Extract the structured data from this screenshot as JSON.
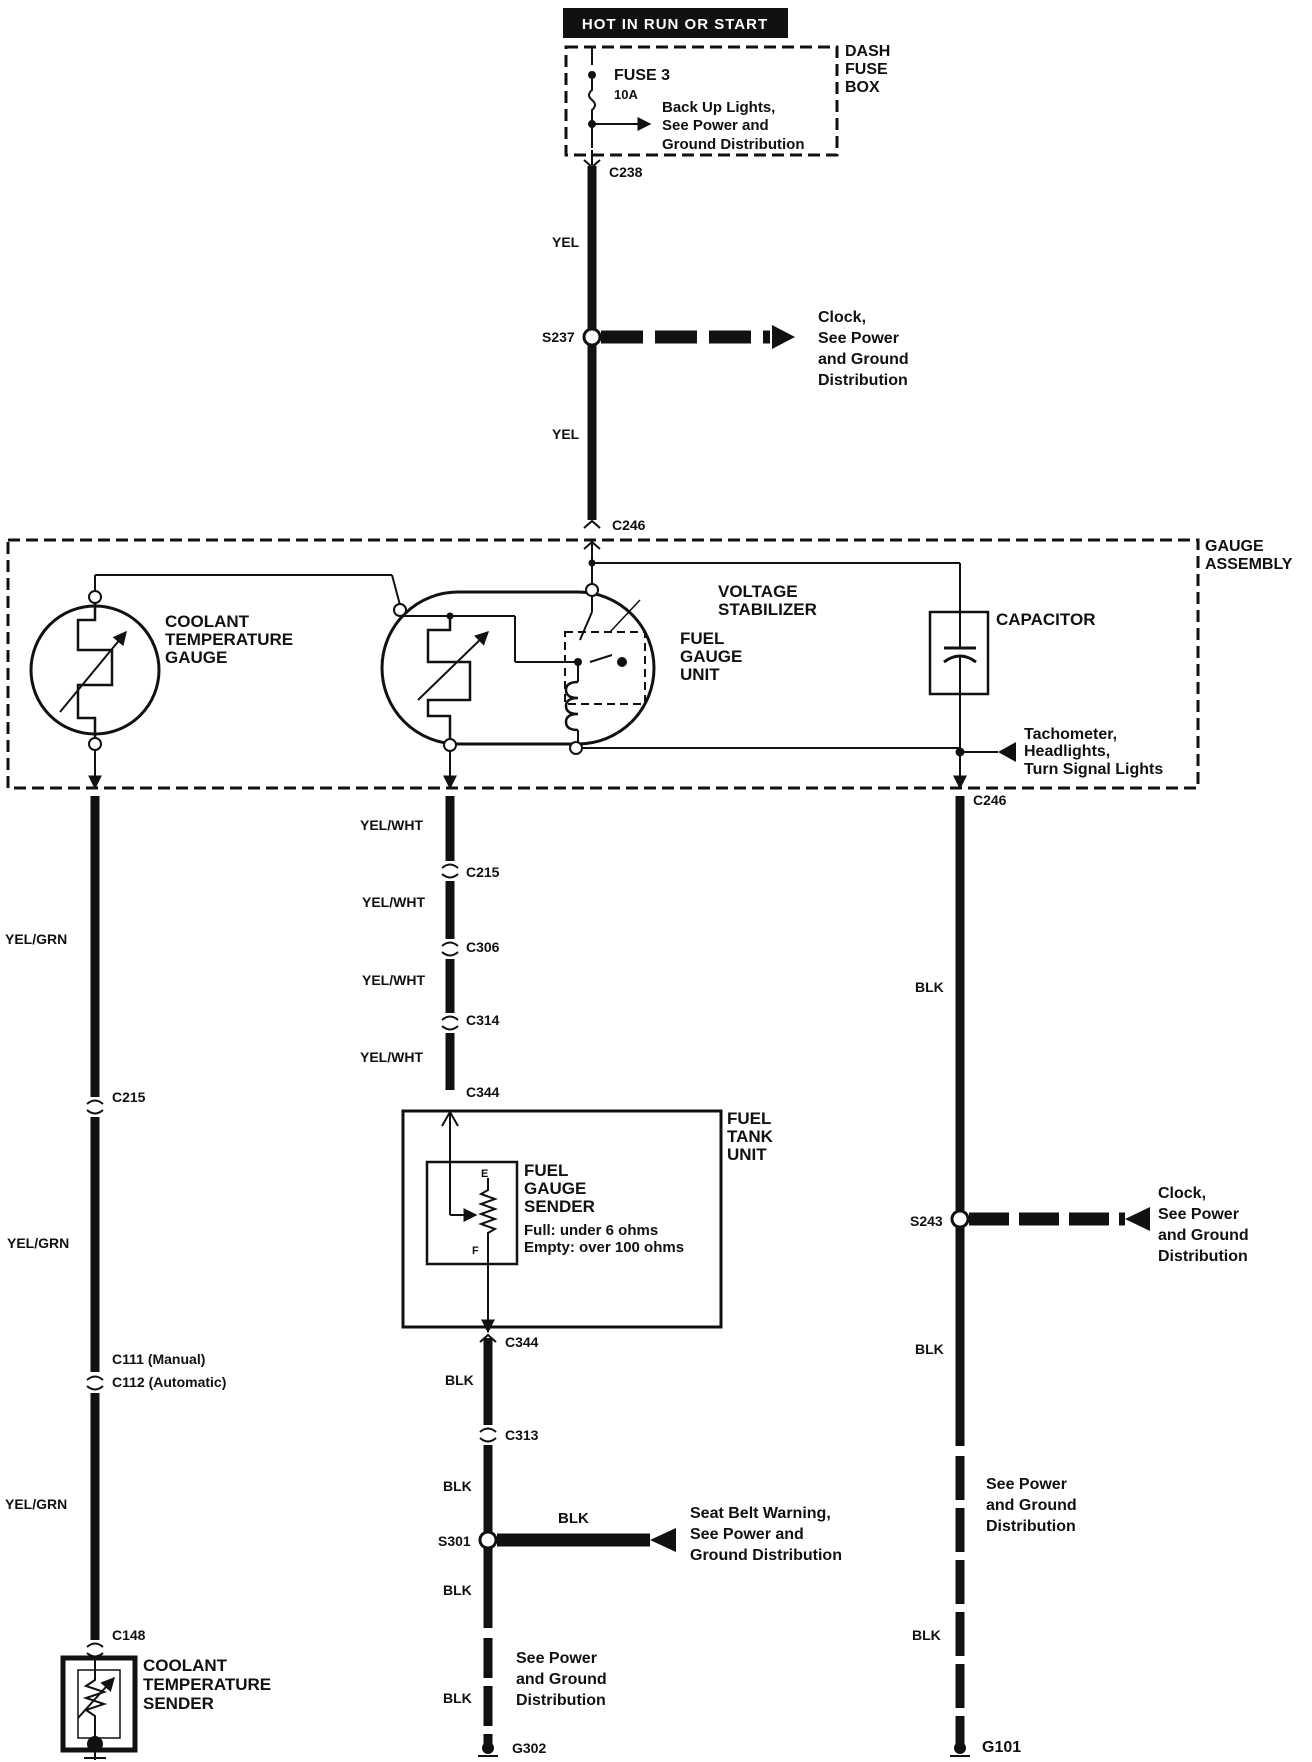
{
  "header": {
    "hot_label": "HOT IN RUN OR START"
  },
  "fuse_box": {
    "title_lines": [
      "DASH",
      "FUSE",
      "BOX"
    ],
    "fuse_name": "FUSE 3",
    "fuse_rating": "10A",
    "branch_lines": [
      "Back Up Lights,",
      "See Power and",
      "Ground Distribution"
    ]
  },
  "connectors": {
    "c238": "C238",
    "s237": "S237",
    "c246_top": "C246",
    "c246_right": "C246",
    "c215_mid": "C215",
    "c306": "C306",
    "c314": "C314",
    "c344_top": "C344",
    "c344_bottom": "C344",
    "c215_left": "C215",
    "c111": "C111 (Manual)",
    "c112": "C112 (Automatic)",
    "c148": "C148",
    "c313": "C313",
    "s301": "S301",
    "s243": "S243",
    "g302": "G302",
    "g101": "G101"
  },
  "wires": {
    "yel_1": "YEL",
    "yel_2": "YEL",
    "yelwht_1": "YEL/WHT",
    "yelwht_2": "YEL/WHT",
    "yelwht_3": "YEL/WHT",
    "yelwht_4": "YEL/WHT",
    "yelgrn_1": "YEL/GRN",
    "yelgrn_2": "YEL/GRN",
    "yelgrn_3": "YEL/GRN",
    "blk_mid_1": "BLK",
    "blk_mid_2": "BLK",
    "blk_mid_3": "BLK",
    "blk_mid_4": "BLK",
    "blk_seatbelt": "BLK",
    "blk_right_1": "BLK",
    "blk_right_2": "BLK",
    "blk_right_3": "BLK"
  },
  "clock_branch_top": {
    "lines": [
      "Clock,",
      "See Power",
      "and Ground",
      "Distribution"
    ]
  },
  "clock_branch_right": {
    "lines": [
      "Clock,",
      "See Power",
      "and Ground",
      "Distribution"
    ]
  },
  "gauge_assembly": {
    "title_lines": [
      "GAUGE",
      "ASSEMBLY"
    ]
  },
  "coolant_gauge": {
    "lines": [
      "COOLANT",
      "TEMPERATURE",
      "GAUGE"
    ]
  },
  "voltage_stabilizer": {
    "lines": [
      "VOLTAGE",
      "STABILIZER"
    ]
  },
  "fuel_gauge_unit": {
    "lines": [
      "FUEL",
      "GAUGE",
      "UNIT"
    ]
  },
  "capacitor": {
    "label": "CAPACITOR"
  },
  "tach_branch": {
    "lines": [
      "Tachometer,",
      "Headlights,",
      "Turn Signal Lights"
    ]
  },
  "fuel_tank_unit": {
    "title_lines": [
      "FUEL",
      "TANK",
      "UNIT"
    ]
  },
  "fuel_sender": {
    "lines": [
      "FUEL",
      "GAUGE",
      "SENDER"
    ],
    "spec_full": "Full:  under 6 ohms",
    "spec_empty": "Empty:  over 100 ohms",
    "term_e": "E",
    "term_f": "F"
  },
  "seatbelt_branch": {
    "lines": [
      "Seat Belt Warning,",
      "See Power and",
      "Ground Distribution"
    ]
  },
  "ground_note_mid": {
    "lines": [
      "See Power",
      "and Ground",
      "Distribution"
    ]
  },
  "ground_note_right": {
    "lines": [
      "See Power",
      "and Ground",
      "Distribution"
    ]
  },
  "coolant_sender": {
    "lines": [
      "COOLANT",
      "TEMPERATURE",
      "SENDER"
    ]
  }
}
